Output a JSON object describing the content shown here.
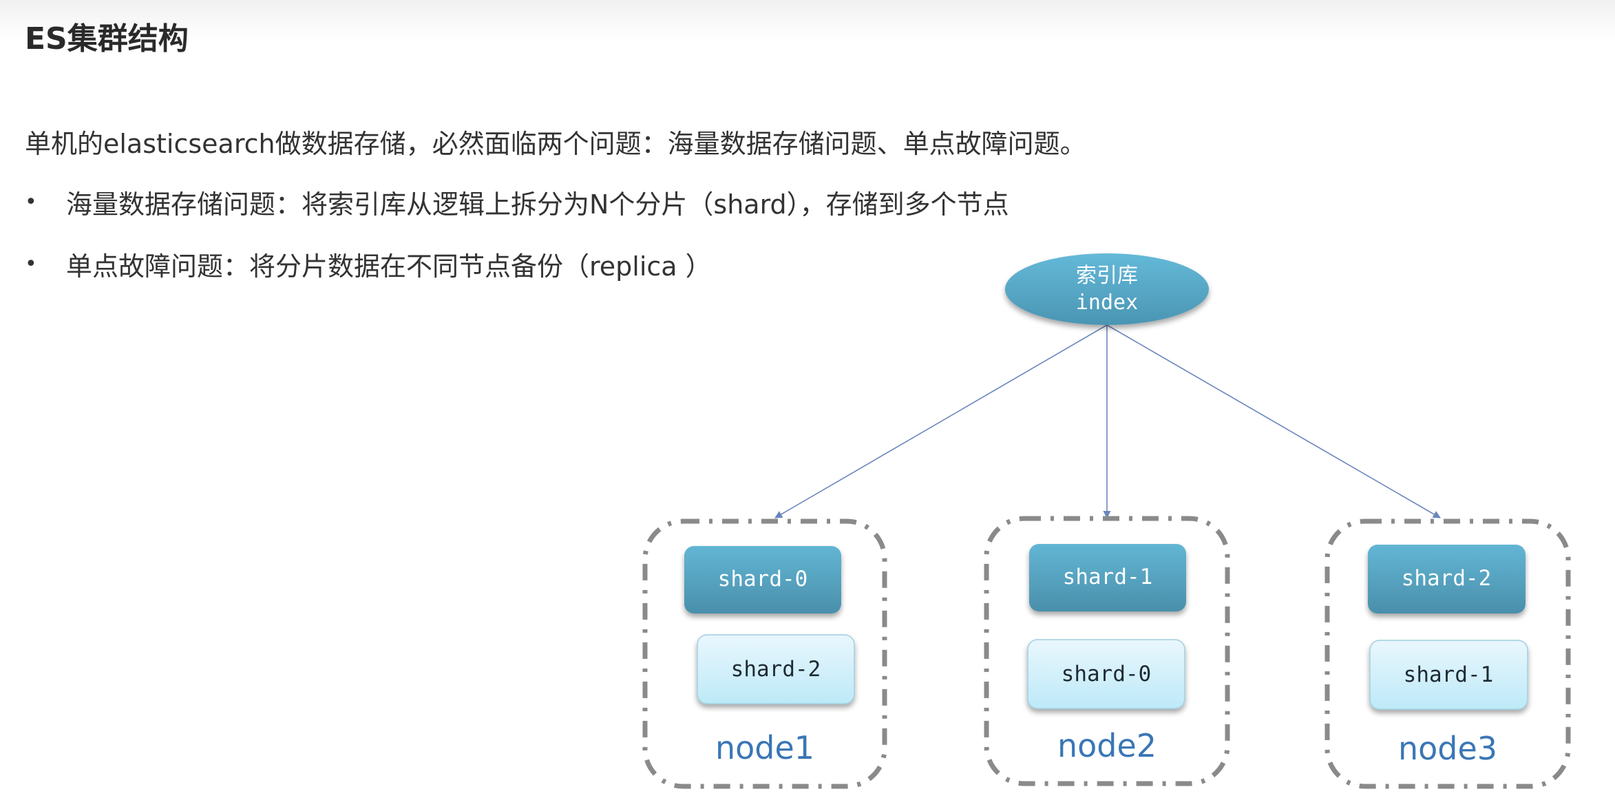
{
  "page": {
    "title": "ES集群结构",
    "intro": "单机的elasticsearch做数据存储，必然面临两个问题：海量数据存储问题、单点故障问题。",
    "bullets": [
      {
        "marker": "•",
        "text": "海量数据存储问题：将索引库从逻辑上拆分为N个分片（shard），存储到多个节点"
      },
      {
        "marker": "•",
        "text": "单点故障问题：将分片数据在不同节点备份（replica ）"
      }
    ]
  },
  "diagram": {
    "index": {
      "line1": "索引库",
      "line2": "index"
    },
    "nodes": [
      {
        "name": "node1",
        "primary": "shard-0",
        "replica": "shard-2"
      },
      {
        "name": "node2",
        "primary": "shard-1",
        "replica": "shard-0"
      },
      {
        "name": "node3",
        "primary": "shard-2",
        "replica": "shard-1"
      }
    ],
    "colors": {
      "primary_top": "#62b6d4",
      "primary_bottom": "#4a90ab",
      "replica_top": "#e8f7fd",
      "replica_bottom": "#bdeaf8",
      "node_label": "#3a76b6",
      "arrow": "#6a86bd",
      "dashed_border": "#8a8a8a"
    }
  }
}
